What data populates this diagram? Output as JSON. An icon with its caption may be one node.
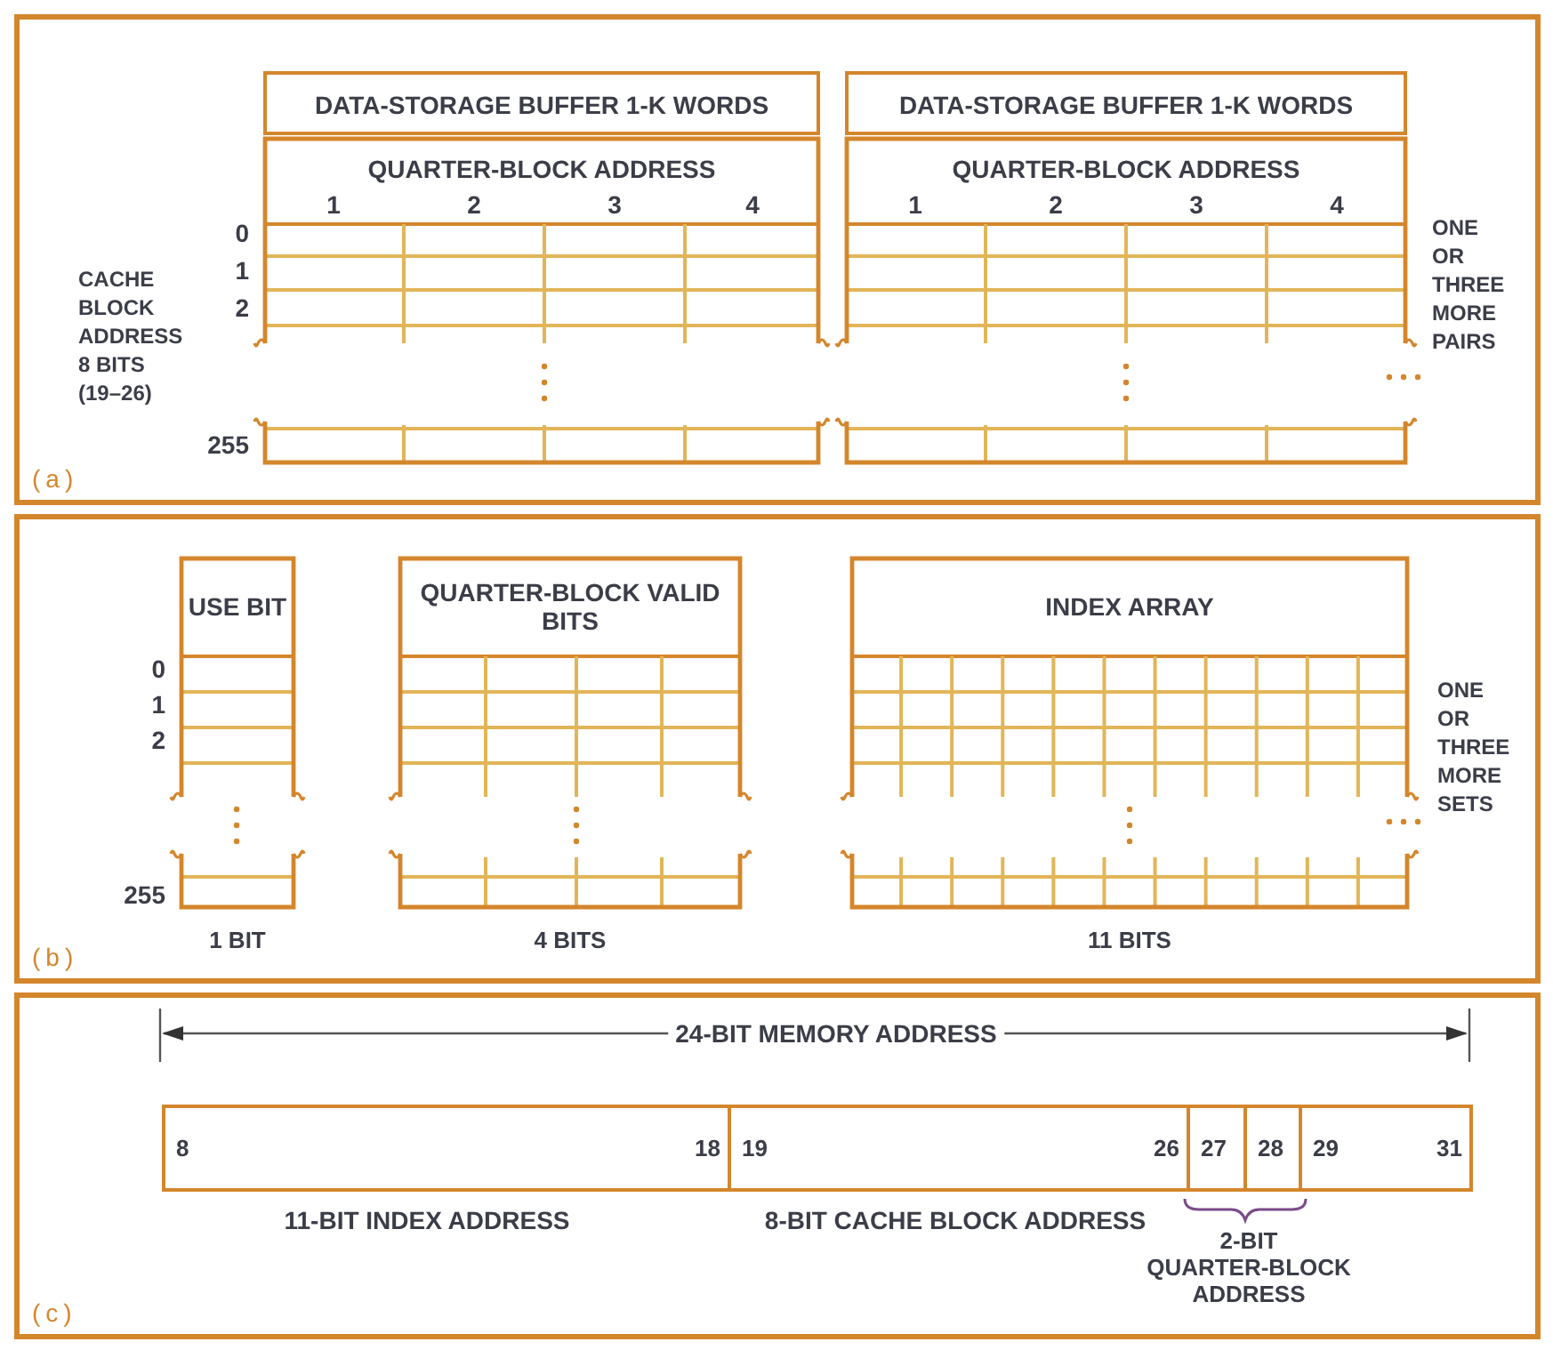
{
  "diagram": {
    "nodes": [
      {
        "text": [
          "(a)"
        ]
      },
      {
        "text": [
          "DATA-STORAGE BUFFER 1-K WORDS"
        ],
        "in": 0
      },
      {
        "text": [
          "QUARTER-BLOCK ADDRESS",
          "1",
          "2",
          "3",
          "4"
        ],
        "in": 0
      },
      {
        "text": [
          "DATA-STORAGE BUFFER 1-K WORDS"
        ],
        "in": 0
      },
      {
        "text": [
          "QUARTER-BLOCK ADDRESS",
          "1",
          "2",
          "3",
          "4"
        ],
        "in": 0
      },
      {
        "text": [
          "(b)"
        ]
      },
      {
        "text": [
          "USE BIT"
        ],
        "beside": [
          "1 BIT"
        ],
        "in": 5
      },
      {
        "text": [
          "QUARTER-BLOCK VALID BITS"
        ],
        "beside": [
          "4 BITS"
        ],
        "in": 5
      },
      {
        "text": [
          "INDEX ARRAY"
        ],
        "beside": [
          "11 BITS"
        ],
        "in": 5
      },
      {
        "text": [
          "(c)"
        ]
      },
      {
        "text": [
          "8",
          "18"
        ],
        "in": 9
      },
      {
        "text": [
          "19",
          "26"
        ],
        "in": 9
      },
      {
        "text": [
          "27"
        ],
        "in": 9
      },
      {
        "text": [
          "28"
        ],
        "in": 9
      },
      {
        "text": [
          "29",
          "31"
        ],
        "in": 9
      }
    ],
    "labels": [
      "CACHE BLOCK ADDRESS 8 BITS (19–26)",
      "0",
      "1",
      "2",
      "255",
      "ONE OR THREE MORE PAIRS",
      "0",
      "1",
      "2",
      "255",
      "ONE OR THREE MORE SETS",
      "24-BIT MEMORY ADDRESS",
      "11-BIT INDEX ADDRESS",
      "8-BIT CACHE BLOCK ADDRESS",
      "2-BIT QUARTER-BLOCK ADDRESS"
    ]
  }
}
